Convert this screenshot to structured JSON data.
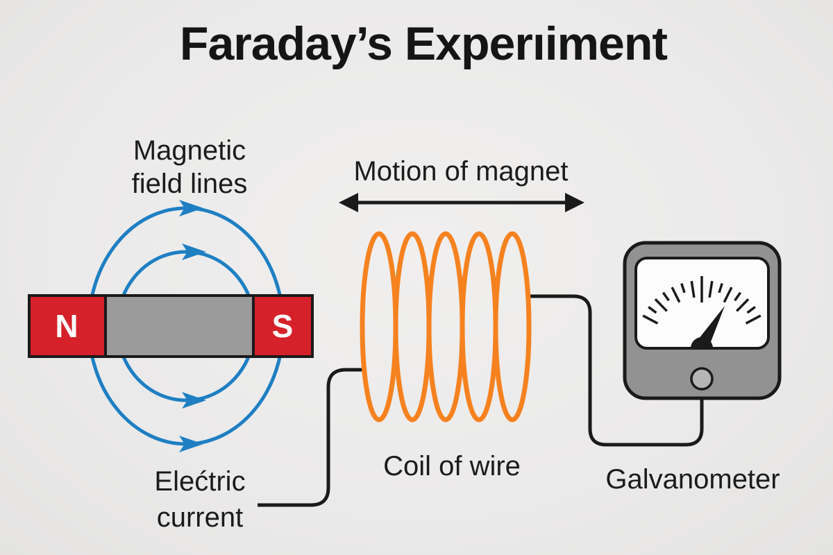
{
  "title": "Faraday’s Experıiment",
  "labels": {
    "field_lines": [
      "Magnetic",
      "field lines"
    ],
    "motion": "Motion of magnet",
    "coil": "Coil of wire",
    "current": [
      "Elećtric",
      "current"
    ],
    "galvanometer": "Galvanometer"
  },
  "magnet": {
    "north": "N",
    "south": "S",
    "pole_color": "#d6212a",
    "bar_color": "#9b9b9b"
  },
  "coil": {
    "loops": 5,
    "color": "#f5821f"
  },
  "field": {
    "color": "#1e7fc2",
    "arrow_direction": "north-to-south"
  },
  "dial": {
    "tick_count": 15,
    "angle_start_deg": 152,
    "angle_end_deg": 28
  },
  "colors": {
    "background": "#ebeaea",
    "wire": "#1a1a1a",
    "text": "#1b1b1b",
    "galvanometer_body": "#929292",
    "galvanometer_knob": "#b5b5b5",
    "dial_face": "#fcfcfc"
  }
}
